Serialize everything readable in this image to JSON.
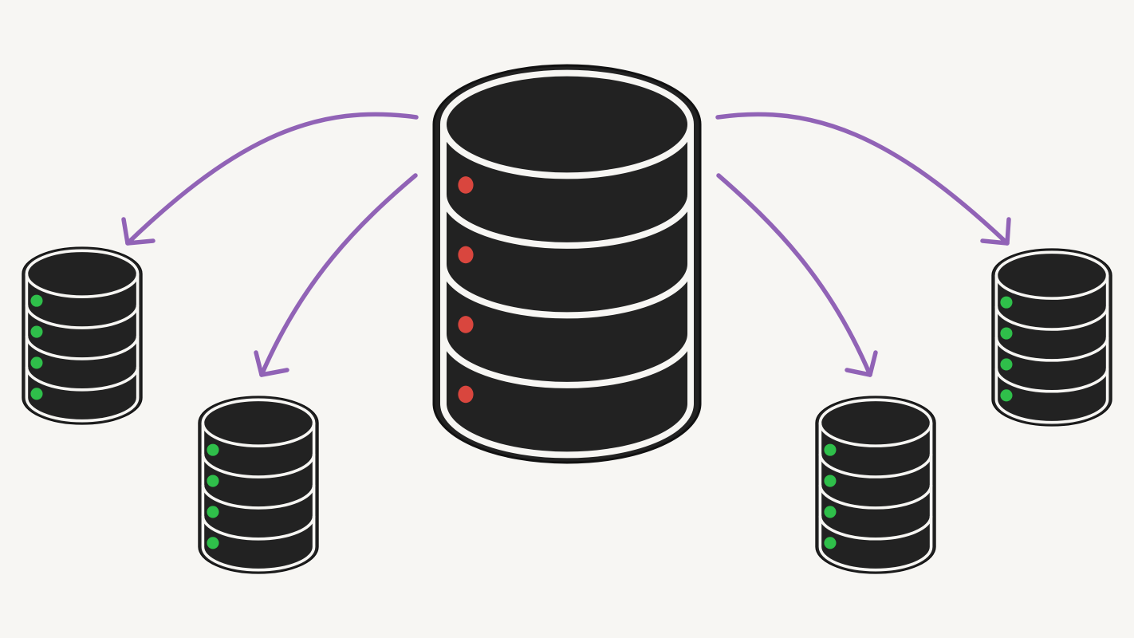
{
  "diagram": {
    "background": "#f7f6f3",
    "colors": {
      "disk_fill": "#222222",
      "disk_stroke": "#111111",
      "ring": "#f7f6f3",
      "primary_led": "#d9463e",
      "replica_led": "#2fbf4a",
      "arrow": "#9163b6"
    },
    "primary": {
      "icon": "database-icon",
      "disk_count": 4,
      "status": "red"
    },
    "replicas": [
      {
        "icon": "database-icon",
        "disk_count": 4,
        "status": "green"
      },
      {
        "icon": "database-icon",
        "disk_count": 4,
        "status": "green"
      },
      {
        "icon": "database-icon",
        "disk_count": 4,
        "status": "green"
      },
      {
        "icon": "database-icon",
        "disk_count": 4,
        "status": "green"
      }
    ],
    "connections": [
      {
        "from": "primary",
        "to": 0,
        "icon": "arrow-icon"
      },
      {
        "from": "primary",
        "to": 1,
        "icon": "arrow-icon"
      },
      {
        "from": "primary",
        "to": 2,
        "icon": "arrow-icon"
      },
      {
        "from": "primary",
        "to": 3,
        "icon": "arrow-icon"
      }
    ]
  }
}
